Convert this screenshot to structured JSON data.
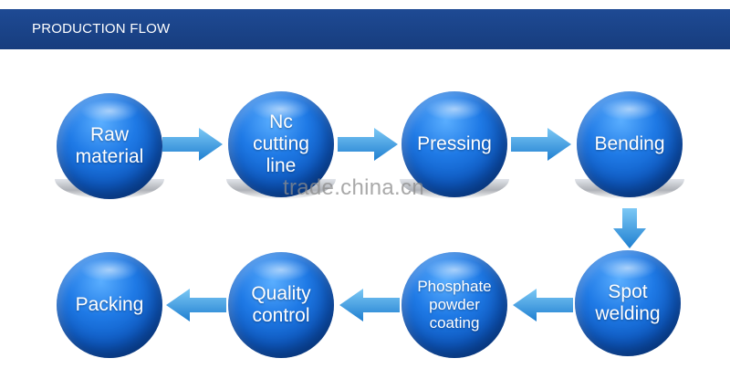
{
  "header": {
    "title": "PRODUCTION FLOW"
  },
  "nodes": [
    {
      "label": "Raw\nmaterial"
    },
    {
      "label": "Nc\ncutting\nline"
    },
    {
      "label": "Pressing"
    },
    {
      "label": "Bending"
    },
    {
      "label": "Spot\nwelding"
    },
    {
      "label": "Phosphate\npowder\ncoating"
    },
    {
      "label": "Quality\ncontrol"
    },
    {
      "label": "Packing"
    }
  ],
  "watermark": "trade.china.cn",
  "colors": {
    "header": "#1e4a94",
    "node": "#1f7ae6",
    "arrow": "#3aa0e0"
  }
}
